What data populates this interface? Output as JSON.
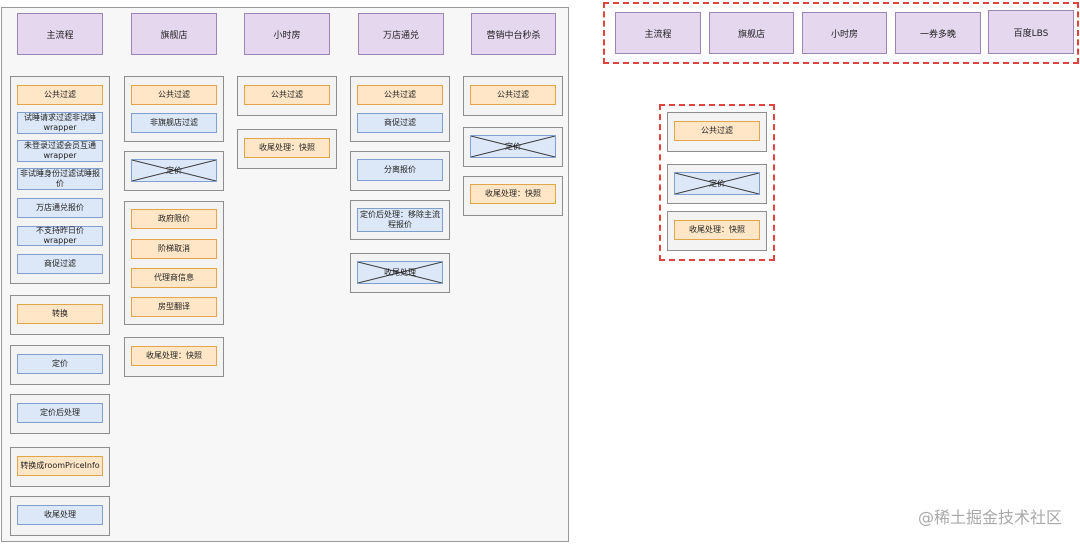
{
  "headers": [
    "主流程",
    "旗舰店",
    "小时房",
    "万店通兑",
    "营销中台秒杀"
  ],
  "col1": {
    "group1": [
      "公共过滤",
      "试睡请求过滤非试睡wrapper",
      "未登录过滤会员互通wrapper",
      "非试睡身份过滤试睡报价",
      "万店通兑报价",
      "不支持昨日价wrapper",
      "商促过滤"
    ],
    "zhuanhuan": "转换",
    "dingjia": "定价",
    "dingjiahou": "定价后处理",
    "zhuanhuan_room": "转换成roomPriceInfo",
    "shouwei": "收尾处理"
  },
  "col2": {
    "group1": [
      "公共过滤",
      "非旗舰店过滤"
    ],
    "dingjia": "定价",
    "group3": [
      "政府限价",
      "阶梯取消",
      "代理商信息",
      "房型翻译"
    ],
    "shouwei": "收尾处理：快照"
  },
  "col3": {
    "gonggong": "公共过滤",
    "shouwei": "收尾处理：快照"
  },
  "col4": {
    "group1": [
      "公共过滤",
      "商促过滤"
    ],
    "fenli": "分离报价",
    "dingjiahou": "定价后处理：移除主流程报价",
    "shouwei": "收尾处理"
  },
  "col5": {
    "gonggong": "公共过滤",
    "dingjia": "定价",
    "shouwei": "收尾处理：快照"
  },
  "right_headers": [
    "主流程",
    "旗舰店",
    "小时房",
    "一券多晚",
    "百度LBS"
  ],
  "right_groups": {
    "gonggong": "公共过滤",
    "dingjia": "定价",
    "shouwei": "收尾处理：快照"
  },
  "watermark": "@稀土掘金技术社区",
  "colors": {
    "orange": "#ffe6c6",
    "blue": "#dce8f8",
    "header": "#e4d7ee",
    "dashed": "#e0443f"
  }
}
